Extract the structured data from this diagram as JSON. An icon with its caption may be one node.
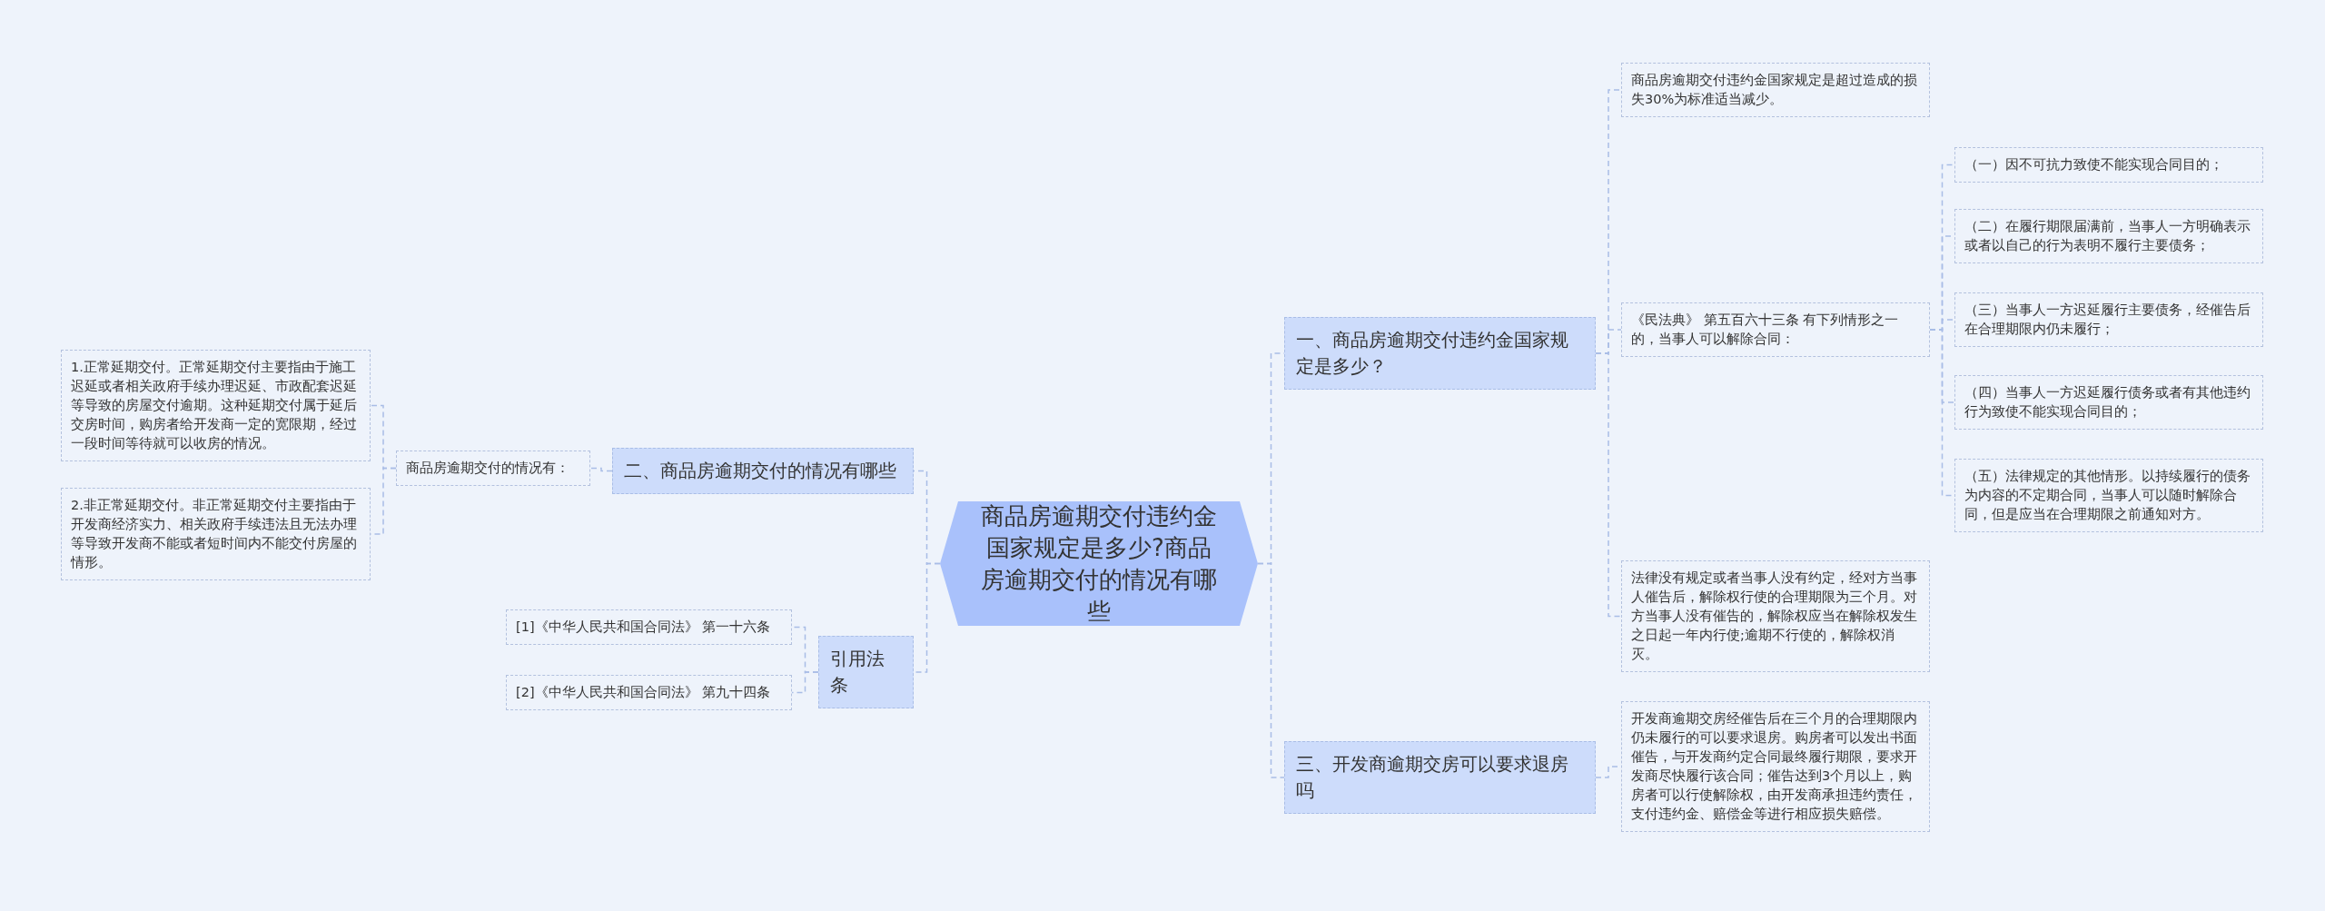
{
  "diagram": {
    "nodes": [
      {
        "text": [
          "商品房逾期交付违约金国家规定是多少?商品房逾期交付的情况有哪些"
        ]
      },
      {
        "text": [
          "一、商品房逾期交付违约金国家规定是多少？"
        ]
      },
      {
        "text": [
          "商品房逾期交付违约金国家规定是超过造成的损失30%为标准适当减少。"
        ]
      },
      {
        "text": [
          "《民法典》 第五百六十三条 有下列情形之一的，当事人可以解除合同："
        ]
      },
      {
        "text": [
          "（一）因不可抗力致使不能实现合同目的；"
        ]
      },
      {
        "text": [
          "（二）在履行期限届满前，当事人一方明确表示或者以自己的行为表明不履行主要债务；"
        ]
      },
      {
        "text": [
          "（三）当事人一方迟延履行主要债务，经催告后在合理期限内仍未履行；"
        ]
      },
      {
        "text": [
          "（四）当事人一方迟延履行债务或者有其他违约行为致使不能实现合同目的；"
        ]
      },
      {
        "text": [
          "（五）法律规定的其他情形。以持续履行的债务为内容的不定期合同，当事人可以随时解除合同，但是应当在合理期限之前通知对方。"
        ]
      },
      {
        "text": [
          "法律没有规定或者当事人没有约定，经对方当事人催告后，解除权行使的合理期限为三个月。对方当事人没有催告的，解除权应当在解除权发生之日起一年内行使;逾期不行使的，解除权消灭。"
        ]
      },
      {
        "text": [
          "三、开发商逾期交房可以要求退房吗"
        ]
      },
      {
        "text": [
          "开发商逾期交房经催告后在三个月的合理期限内仍未履行的可以要求退房。购房者可以发出书面催告，与开发商约定合同最终履行期限，要求开发商尽快履行该合同；催告达到3个月以上，购房者可以行使解除权，由开发商承担违约责任，支付违约金、赔偿金等进行相应损失赔偿。"
        ]
      },
      {
        "text": [
          "二、商品房逾期交付的情况有哪些"
        ]
      },
      {
        "text": [
          "商品房逾期交付的情况有："
        ]
      },
      {
        "text": [
          "1.正常延期交付。正常延期交付主要指由于施工迟延或者相关政府手续办理迟延、市政配套迟延等导致的房屋交付逾期。这种延期交付属于延后交房时间，购房者给开发商一定的宽限期，经过一段时间等待就可以收房的情况。"
        ]
      },
      {
        "text": [
          "2.非正常延期交付。非正常延期交付主要指由于开发商经济实力、相关政府手续违法且无法办理等导致开发商不能或者短时间内不能交付房屋的情形。"
        ]
      },
      {
        "text": [
          "引用法条"
        ]
      },
      {
        "text": [
          "[1]《中华人民共和国合同法》 第一十六条"
        ]
      },
      {
        "text": [
          "[2]《中华人民共和国合同法》 第九十四条"
        ]
      }
    ],
    "edges": [
      {
        "from": 0,
        "to": 1,
        "arrow": "none",
        "style": "dashed"
      },
      {
        "from": 1,
        "to": 2,
        "arrow": "none",
        "style": "dashed"
      },
      {
        "from": 1,
        "to": 3,
        "arrow": "none",
        "style": "dashed"
      },
      {
        "from": 3,
        "to": 4,
        "arrow": "none",
        "style": "dashed"
      },
      {
        "from": 3,
        "to": 5,
        "arrow": "none",
        "style": "dashed"
      },
      {
        "from": 3,
        "to": 6,
        "arrow": "none",
        "style": "dashed"
      },
      {
        "from": 3,
        "to": 7,
        "arrow": "none",
        "style": "dashed"
      },
      {
        "from": 3,
        "to": 8,
        "arrow": "none",
        "style": "dashed"
      },
      {
        "from": 1,
        "to": 9,
        "arrow": "none",
        "style": "dashed"
      },
      {
        "from": 0,
        "to": 10,
        "arrow": "none",
        "style": "dashed"
      },
      {
        "from": 10,
        "to": 11,
        "arrow": "none",
        "style": "dashed"
      },
      {
        "from": 0,
        "to": 12,
        "arrow": "none",
        "style": "dashed"
      },
      {
        "from": 12,
        "to": 13,
        "arrow": "none",
        "style": "dashed"
      },
      {
        "from": 13,
        "to": 14,
        "arrow": "none",
        "style": "dashed"
      },
      {
        "from": 13,
        "to": 15,
        "arrow": "none",
        "style": "dashed"
      },
      {
        "from": 0,
        "to": 16,
        "arrow": "none",
        "style": "dashed"
      },
      {
        "from": 16,
        "to": 17,
        "arrow": "none",
        "style": "dashed"
      },
      {
        "from": 16,
        "to": 18,
        "arrow": "none",
        "style": "dashed"
      }
    ]
  }
}
